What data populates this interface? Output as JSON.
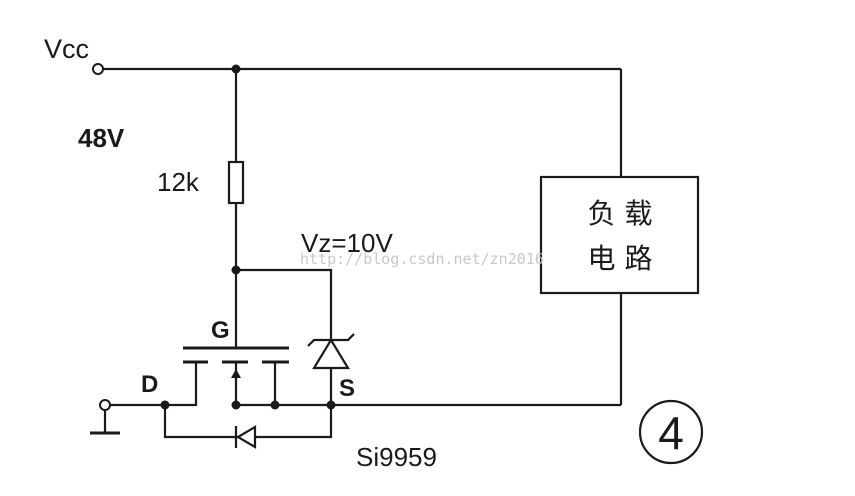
{
  "labels": {
    "vcc": "Vcc",
    "supply_voltage": "48V",
    "resistor": "12k",
    "zener": "Vz=10V",
    "gate": "G",
    "drain": "D",
    "source": "S",
    "part_number": "Si9959",
    "load_line1": "负 载",
    "load_line2": "电 路",
    "figure_number": "4"
  },
  "watermark": "http://blog.csdn.net/zn2016",
  "colors": {
    "ink": "#1a1a1a",
    "background": "#ffffff",
    "watermark": "#c8c8c8"
  }
}
